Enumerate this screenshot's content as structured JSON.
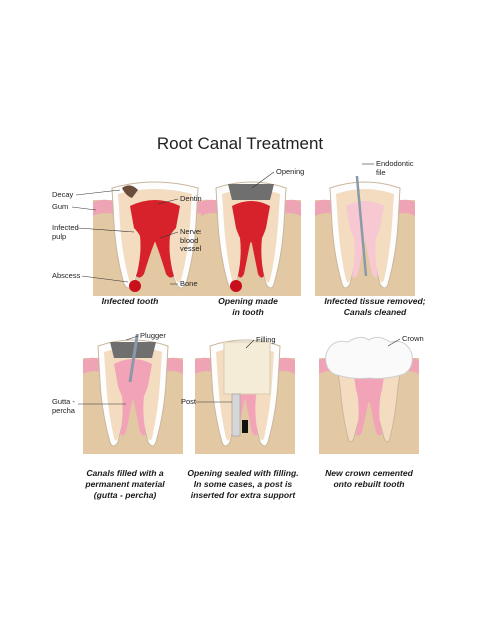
{
  "title": "Root Canal Treatment",
  "panels": [
    {
      "caption": [
        "Infected tooth"
      ],
      "labels": {
        "decay": "Decay",
        "gum": "Gum",
        "infected_pulp": "Infected\npulp",
        "abscess": "Abscess",
        "dentin": "Dentin",
        "nerves": "Nerves,\nblood\nvessels",
        "bone": "Bone"
      }
    },
    {
      "caption": [
        "Opening made",
        "in tooth"
      ],
      "labels": {
        "opening": "Opening"
      }
    },
    {
      "caption": [
        "Infected tissue removed;",
        "Canals cleaned"
      ],
      "labels": {
        "file": "Endodontic\nfile"
      }
    },
    {
      "caption": [
        "Canals filled with a",
        "permanent material",
        "(gutta - percha)"
      ],
      "labels": {
        "plugger": "Plugger",
        "gutta": "Gutta -\npercha"
      }
    },
    {
      "caption": [
        "Opening sealed with filling.",
        "In some cases, a post is",
        "inserted for extra support"
      ],
      "labels": {
        "filling": "Filling",
        "post": "Post"
      }
    },
    {
      "caption": [
        "New crown cemented",
        "onto rebuilt tooth"
      ],
      "labels": {
        "crown": "Crown"
      }
    }
  ],
  "colors": {
    "bone": "#e3c8a4",
    "gum": "#eea4b4",
    "enamel": "#fdfdfd",
    "dentin": "#f3dcc0",
    "pulp_infected": "#d8222b",
    "pulp_clean": "#f7c7d2",
    "abscess": "#c8101c",
    "gutta": "#f3a3b8"
  }
}
